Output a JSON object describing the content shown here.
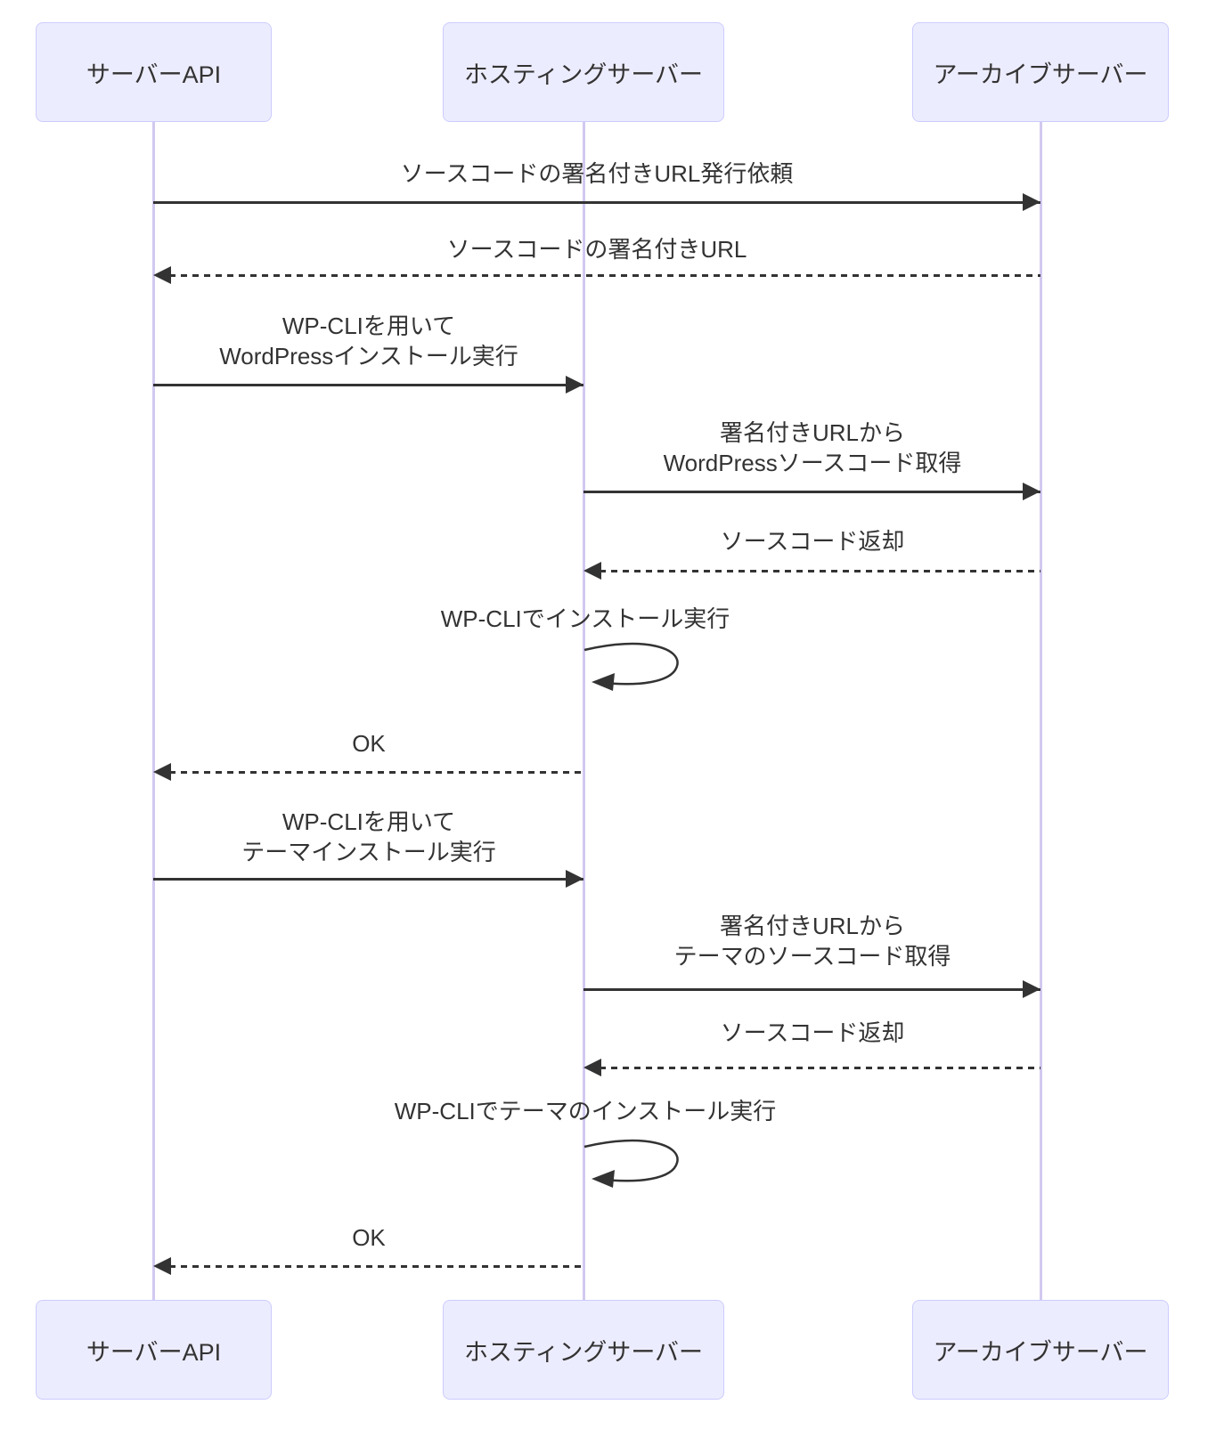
{
  "diagram": {
    "type": "sequence",
    "actors": [
      {
        "label": "サーバーAPI"
      },
      {
        "label": "ホスティングサーバー"
      },
      {
        "label": "アーカイブサーバー"
      }
    ],
    "messages": [
      {
        "from": "サーバーAPI",
        "to": "アーカイブサーバー",
        "text": "ソースコードの署名付きURL発行依頼",
        "line": "solid"
      },
      {
        "from": "アーカイブサーバー",
        "to": "サーバーAPI",
        "text": "ソースコードの署名付きURL",
        "line": "dashed"
      },
      {
        "from": "サーバーAPI",
        "to": "ホスティングサーバー",
        "text": "WP-CLIを用いて\nWordPressインストール実行",
        "line": "solid"
      },
      {
        "from": "ホスティングサーバー",
        "to": "アーカイブサーバー",
        "text": "署名付きURLから\nWordPressソースコード取得",
        "line": "solid"
      },
      {
        "from": "アーカイブサーバー",
        "to": "ホスティングサーバー",
        "text": "ソースコード返却",
        "line": "dashed"
      },
      {
        "from": "ホスティングサーバー",
        "to": "ホスティングサーバー",
        "text": "WP-CLIでインストール実行",
        "line": "self"
      },
      {
        "from": "ホスティングサーバー",
        "to": "サーバーAPI",
        "text": "OK",
        "line": "dashed"
      },
      {
        "from": "サーバーAPI",
        "to": "ホスティングサーバー",
        "text": "WP-CLIを用いて\nテーマインストール実行",
        "line": "solid"
      },
      {
        "from": "ホスティングサーバー",
        "to": "アーカイブサーバー",
        "text": "署名付きURLから\nテーマのソースコード取得",
        "line": "solid"
      },
      {
        "from": "アーカイブサーバー",
        "to": "ホスティングサーバー",
        "text": "ソースコード返却",
        "line": "dashed"
      },
      {
        "from": "ホスティングサーバー",
        "to": "ホスティングサーバー",
        "text": "WP-CLIでテーマのインストール実行",
        "line": "self"
      },
      {
        "from": "ホスティングサーバー",
        "to": "サーバーAPI",
        "text": "OK",
        "line": "dashed"
      }
    ],
    "colors": {
      "actor_fill": "#ECECFF",
      "actor_border": "#CCCCFF",
      "lifeline": "#d2c9f0",
      "arrow": "#333333",
      "text": "#333333",
      "background": "#ffffff"
    }
  }
}
